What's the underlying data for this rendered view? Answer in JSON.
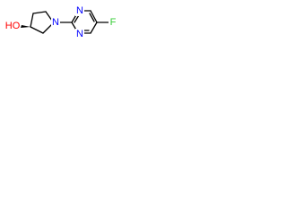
{
  "molecule": {
    "atoms": {
      "hydroxyl": "HO",
      "pyrrolidine_nitrogen": "N",
      "pyrimidine_nitrogen_1": "N",
      "pyrimidine_nitrogen_2": "N",
      "fluorine": "F"
    },
    "colors": {
      "HO": "#ff0000",
      "N": "#0000ff",
      "F": "#33cc33",
      "bond": "#000000"
    }
  }
}
